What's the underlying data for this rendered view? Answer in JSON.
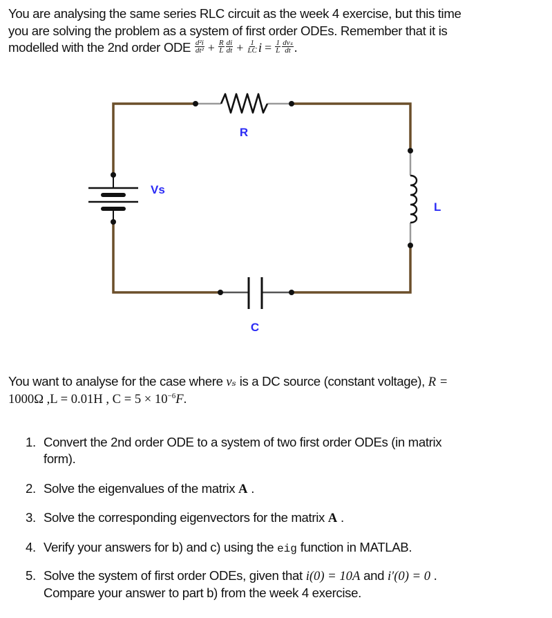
{
  "intro": {
    "line1": "You are analysing the same series RLC circuit as the week 4 exercise, but this time",
    "line2": "you are solving the problem as a system of first order ODEs.  Remember that it is",
    "line3_text": "modelled with the 2nd order ODE",
    "ode": {
      "term1_num": "d²i",
      "term1_den": "dt²",
      "plus1": "+",
      "term2_coef_num": "R",
      "term2_coef_den": "L",
      "term2_num": "di",
      "term2_den": "dt",
      "plus2": "+",
      "term3_num": "1",
      "term3_den": "LC",
      "term3_var": "i",
      "equals": "=",
      "rhs_coef_num": "1",
      "rhs_coef_den": "L",
      "rhs_num": "dvₛ",
      "rhs_den": "dt",
      "end": "."
    }
  },
  "circuit": {
    "labels": {
      "resistor": "R",
      "source": "Vs",
      "inductor": "L",
      "capacitor": "C"
    },
    "colors": {
      "wire": "#6b4f2a",
      "component": "#111111",
      "lead": "#9a9a9a",
      "label": "#2b2bf5"
    }
  },
  "case": {
    "line1_pre": "You want to analyse for the case where",
    "line1_var": "vₛ",
    "line1_post": "is a DC source (constant voltage),",
    "line1_R": "R =",
    "line2": "1000Ω ,L = 0.01H , C = 5 × 10",
    "line2_exp": "−6",
    "line2_unit": "F",
    "line2_end": "."
  },
  "tasks": [
    {
      "number": "1.",
      "line1": "Convert the 2nd order ODE to a system of two first order ODEs (in matrix",
      "line2": "form)."
    },
    {
      "number": "2.",
      "text": "Solve the eigenvalues of the matrix",
      "matrix": "A",
      "end": "."
    },
    {
      "number": "3.",
      "text": "Solve the corresponding eigenvectors for the matrix",
      "matrix": "A",
      "end": "."
    },
    {
      "number": "4.",
      "pre": "Verify your answers for b) and c) using the",
      "code": "eig",
      "post": "function in MATLAB."
    },
    {
      "number": "5.",
      "pre": "Solve the system of first order ODEs, given that",
      "cond1": "i(0) = 10A",
      "and": "and",
      "cond2": "i′(0) = 0",
      "end": ".",
      "line2": "Compare your answer to part b) from the week 4 exercise."
    }
  ]
}
